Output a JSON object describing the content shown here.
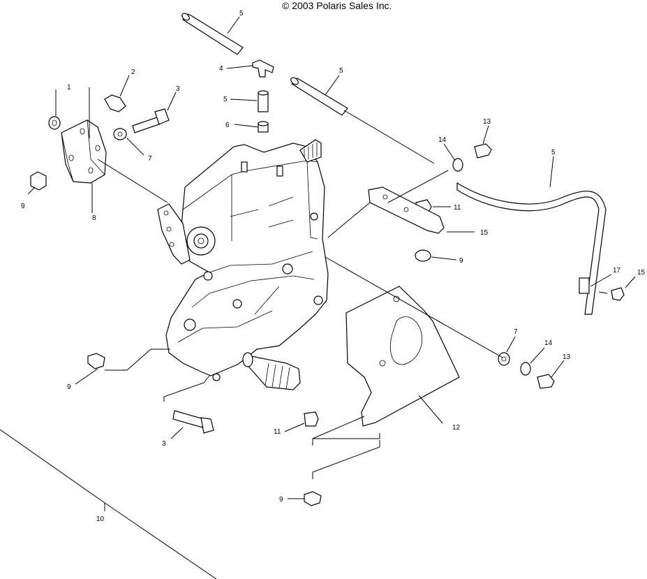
{
  "copyright": "© 2003 Polaris Sales Inc.",
  "callouts": {
    "c1": "1",
    "c2": "2",
    "c3a": "3",
    "c3b": "3",
    "c4": "4",
    "c5a": "5",
    "c5b": "5",
    "c5c": "5",
    "c5d": "5",
    "c6": "6",
    "c7a": "7",
    "c7b": "7",
    "c8": "8",
    "c9a": "9",
    "c9b": "9",
    "c9c": "9",
    "c9d": "9",
    "c10": "10",
    "c11a": "11",
    "c11b": "11",
    "c12": "12",
    "c13a": "13",
    "c13b": "13",
    "c14a": "14",
    "c14b": "14",
    "c15a": "15",
    "c15b": "15",
    "c17": "17"
  }
}
